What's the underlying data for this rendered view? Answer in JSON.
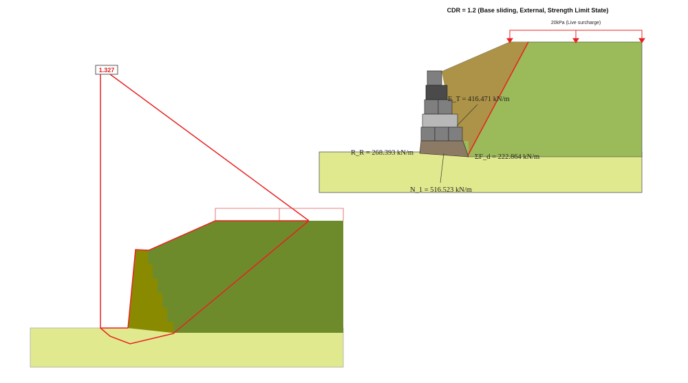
{
  "left_diagram": {
    "factor_of_safety": "1.327",
    "colors": {
      "foundation": "#e1e98e",
      "retained_soil": "#6e8b2c",
      "wall": "#8a8a00",
      "slip_surface": "#e82020"
    }
  },
  "right_diagram": {
    "title": "CDR = 1.2 (Base sliding, External, Strength Limit State)",
    "surcharge_label": "20kPa (Live surcharge)",
    "forces": {
      "et": "E_T = 416.471 kN/m",
      "rr": "R_R = 268.393 kN/m",
      "sum_fd": "ΣF_d = 222.864 kN/m",
      "n1": "N_1 = 516.523 kN/m"
    },
    "colors": {
      "foundation": "#e1e98e",
      "retained_soil": "#9bba59",
      "wedge": "#ad9347",
      "blocks": "#7f7f7f",
      "base": "#8c7a64",
      "surcharge": "#e82020"
    }
  }
}
